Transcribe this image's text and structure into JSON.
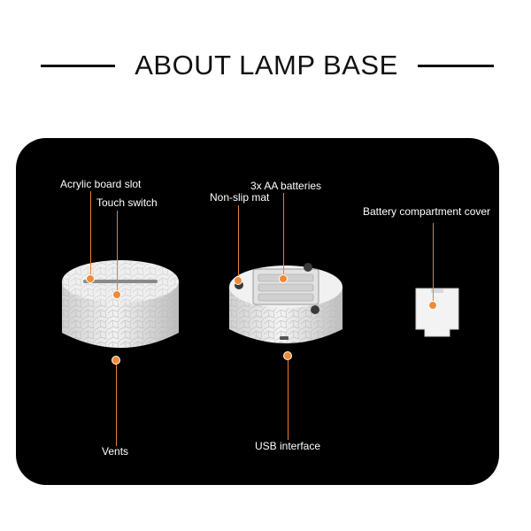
{
  "header": {
    "title": "ABOUT LAMP BASE"
  },
  "callouts": {
    "acrylic_board_slot": "Acrylic board slot",
    "touch_switch": "Touch switch",
    "vents": "Vents",
    "aa_batteries": "3x AA batteries",
    "non_slip_mat": "Non-slip mat",
    "usb_interface": "USB interface",
    "battery_cover": "Battery compartment cover"
  },
  "colors": {
    "panel_background": "#000000",
    "callout_dot": "#f08a36",
    "leader_line": "#e8802f",
    "label_text": "#ffffff",
    "heading_text": "#111111"
  }
}
